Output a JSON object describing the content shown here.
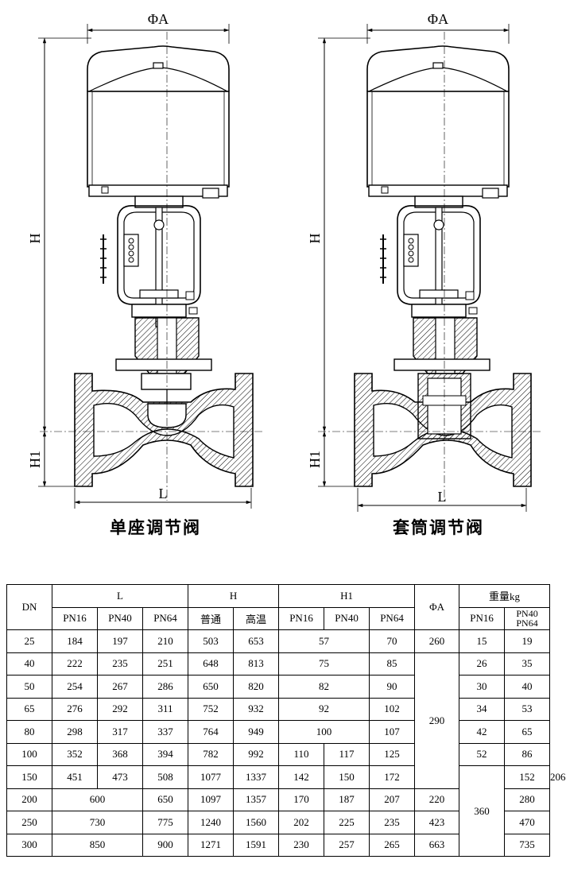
{
  "drawings": {
    "left": {
      "caption": "单座调节阀"
    },
    "right": {
      "caption": "套筒调节阀"
    },
    "dimensions": {
      "diameter": "ΦA",
      "height": "H",
      "height1": "H1",
      "length": "L"
    }
  },
  "table": {
    "headers": {
      "dn": "DN",
      "L": "L",
      "H": "H",
      "H1": "H1",
      "phiA": "ΦA",
      "weight": "重量kg"
    },
    "subheaders": {
      "L": [
        "PN16",
        "PN40",
        "PN64"
      ],
      "H": [
        "普通",
        "高温"
      ],
      "H1": [
        "PN16",
        "PN40",
        "PN64"
      ],
      "weight": [
        "PN16",
        "PN40",
        "PN64"
      ]
    },
    "rows": [
      {
        "dn": "25",
        "L": [
          "184",
          "197",
          "210"
        ],
        "H": [
          "503",
          "653"
        ],
        "H1": [
          "57",
          "70"
        ],
        "phiA": "260",
        "w": [
          "15",
          "19"
        ]
      },
      {
        "dn": "40",
        "L": [
          "222",
          "235",
          "251"
        ],
        "H": [
          "648",
          "813"
        ],
        "H1": [
          "75",
          "85"
        ],
        "w": [
          "26",
          "35"
        ]
      },
      {
        "dn": "50",
        "L": [
          "254",
          "267",
          "286"
        ],
        "H": [
          "650",
          "820"
        ],
        "H1": [
          "82",
          "90"
        ],
        "w": [
          "30",
          "40"
        ]
      },
      {
        "dn": "65",
        "L": [
          "276",
          "292",
          "311"
        ],
        "H": [
          "752",
          "932"
        ],
        "H1": [
          "92",
          "102"
        ],
        "phiA": "290",
        "w": [
          "34",
          "53"
        ]
      },
      {
        "dn": "80",
        "L": [
          "298",
          "317",
          "337"
        ],
        "H": [
          "764",
          "949"
        ],
        "H1": [
          "100",
          "107"
        ],
        "w": [
          "42",
          "65"
        ]
      },
      {
        "dn": "100",
        "L": [
          "352",
          "368",
          "394"
        ],
        "H": [
          "782",
          "992"
        ],
        "H1": [
          "110",
          "117",
          "125"
        ],
        "w": [
          "52",
          "86"
        ]
      },
      {
        "dn": "150",
        "L": [
          "451",
          "473",
          "508"
        ],
        "H": [
          "1077",
          "1337"
        ],
        "H1": [
          "142",
          "150",
          "172"
        ],
        "w": [
          "152",
          "206"
        ]
      },
      {
        "dn": "200",
        "L": [
          "600",
          "650"
        ],
        "H": [
          "1097",
          "1357"
        ],
        "H1": [
          "170",
          "187",
          "207"
        ],
        "phiA": "360",
        "w": [
          "220",
          "280"
        ]
      },
      {
        "dn": "250",
        "L": [
          "730",
          "775"
        ],
        "H": [
          "1240",
          "1560"
        ],
        "H1": [
          "202",
          "225",
          "235"
        ],
        "w": [
          "423",
          "470"
        ]
      },
      {
        "dn": "300",
        "L": [
          "850",
          "900"
        ],
        "H": [
          "1271",
          "1591"
        ],
        "H1": [
          "230",
          "257",
          "265"
        ],
        "w": [
          "663",
          "735"
        ]
      }
    ]
  }
}
